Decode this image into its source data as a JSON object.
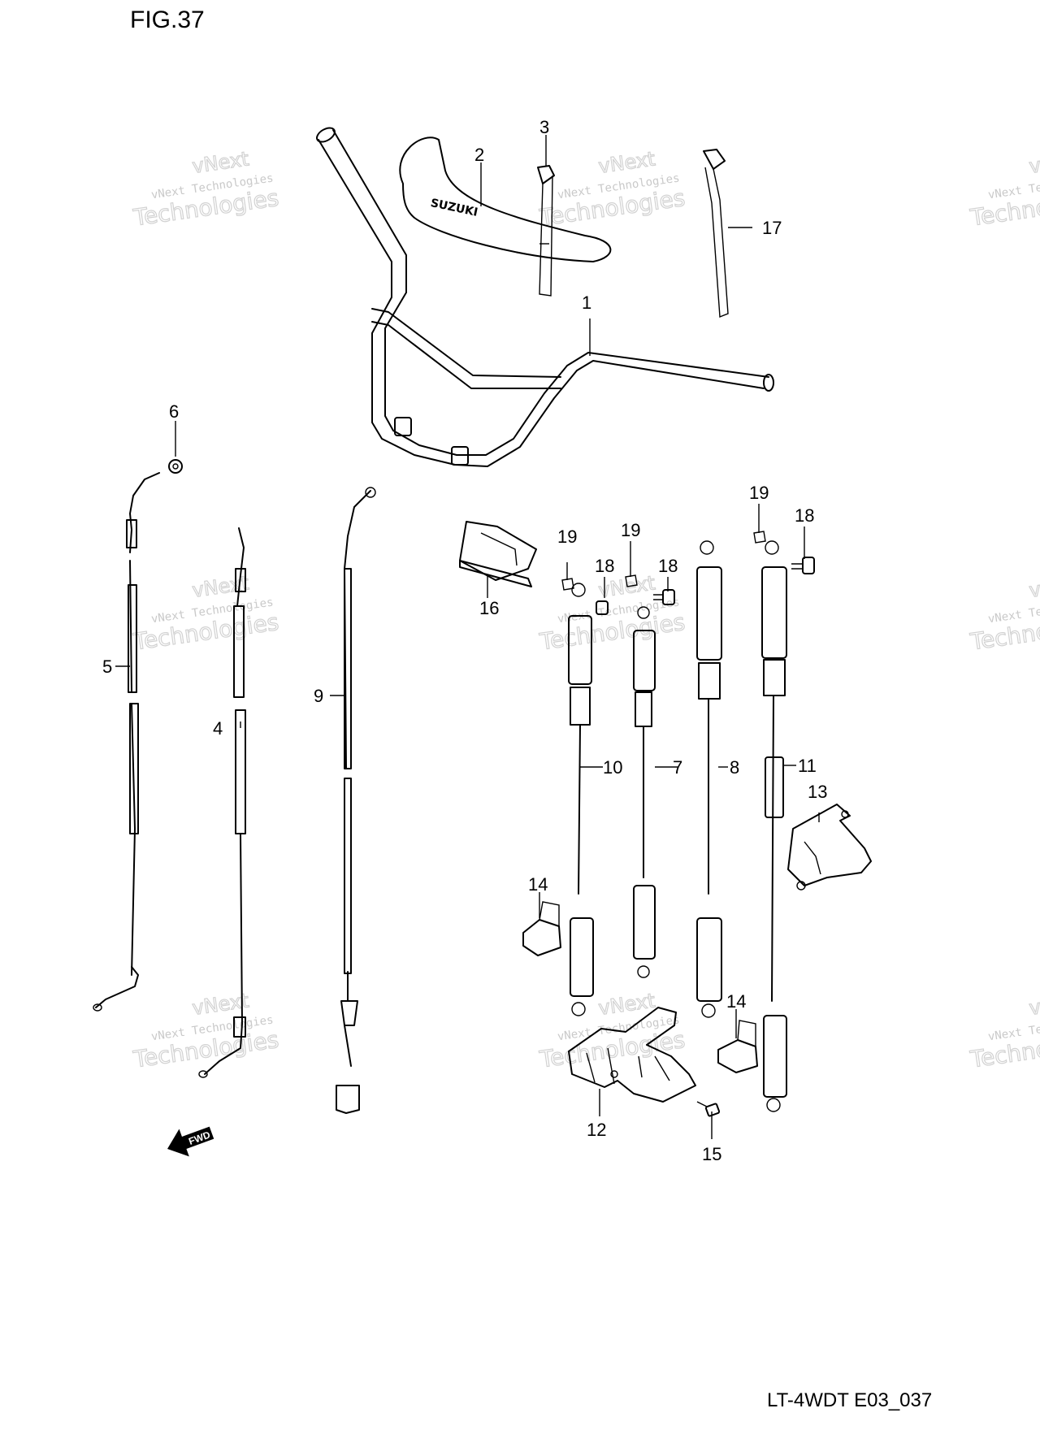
{
  "figure": {
    "title": "FIG.37",
    "drawing_code": "LT-4WDT E03_037",
    "fwd_label": "FWD",
    "brand_mark": "SUZUKI"
  },
  "watermark": {
    "company": "vNext Technologies",
    "word": "Technologies",
    "brand": "vNext"
  },
  "callouts": [
    "1",
    "2",
    "3",
    "4",
    "5",
    "6",
    "7",
    "8",
    "9",
    "10",
    "11",
    "12",
    "13",
    "14",
    "14",
    "15",
    "16",
    "17",
    "18",
    "18",
    "18",
    "19",
    "19",
    "19"
  ]
}
